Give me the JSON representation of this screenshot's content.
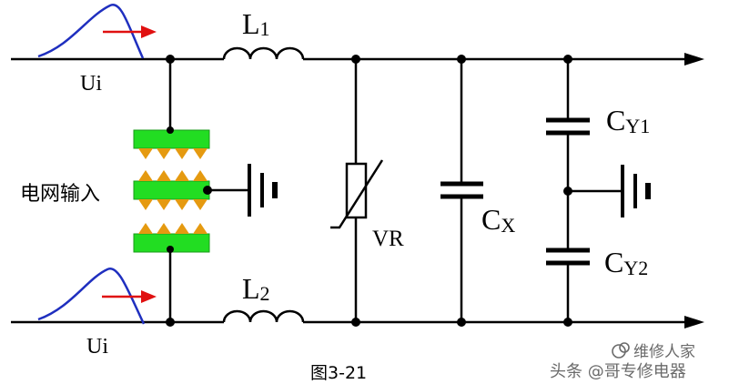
{
  "labels": {
    "ui_top": "Ui",
    "ui_bottom": "Ui",
    "l1": "L",
    "l1_sub": "1",
    "l2": "L",
    "l2_sub": "2",
    "input": "电网输入",
    "vr": "VR",
    "cx": "C",
    "cx_sub": "X",
    "cy1": "C",
    "cy1_sub": "Y1",
    "cy2": "C",
    "cy2_sub": "Y2",
    "caption": "图3-21"
  },
  "watermark": {
    "site": "维修人家",
    "author": "头条 @哥专修电器"
  },
  "colors": {
    "wire": "#000000",
    "pulse": "#1f2fbf",
    "arrow": "#e01010",
    "gap_plate": "#22dd22",
    "gap_tooth": "#e59a10",
    "watermark": "#6a6a6a"
  },
  "icons": [
    "ground-symbol",
    "wave-icon",
    "arrow-icon",
    "varistor",
    "inductor",
    "capacitor"
  ]
}
